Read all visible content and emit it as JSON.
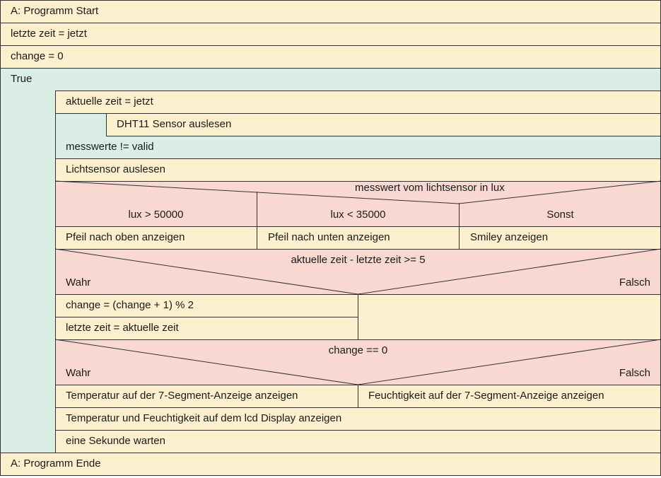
{
  "diagram": {
    "start": "A: Programm Start",
    "init": [
      "letzte zeit = jetzt",
      "change = 0"
    ],
    "loop": {
      "condition": "True",
      "set_time": "aktuelle zeit = jetzt",
      "inner_loop": {
        "body": "DHT11 Sensor auslesen",
        "condition": "messwerte != valid"
      },
      "light_read": "Lichtsensor auslesen",
      "case": {
        "expression": "messwert vom lichtsensor in lux",
        "branches": [
          {
            "label": "lux > 50000",
            "action": "Pfeil nach oben anzeigen"
          },
          {
            "label": "lux < 35000",
            "action": "Pfeil nach unten anzeigen"
          },
          {
            "label": "Sonst",
            "action": "Smiley anzeigen"
          }
        ]
      },
      "if_time": {
        "condition": "aktuelle zeit - letzte zeit >= 5",
        "yes_label": "Wahr",
        "no_label": "Falsch",
        "yes_actions": [
          "change = (change + 1) % 2",
          "letzte zeit = aktuelle zeit"
        ]
      },
      "if_change": {
        "condition": "change == 0",
        "yes_label": "Wahr",
        "no_label": "Falsch",
        "yes_action": "Temperatur auf der 7-Segment-Anzeige anzeigen",
        "no_action": "Feuchtigkeit auf der 7-Segment-Anzeige anzeigen"
      },
      "display": "Temperatur und Feuchtigkeit auf dem lcd Display anzeigen",
      "wait": "eine Sekunde warten"
    },
    "end": "A: Programm Ende"
  },
  "colors": {
    "statement": "#fdf0cf",
    "loop": "#dbeee6",
    "decision": "#f9d8d2",
    "line": "#333333"
  }
}
